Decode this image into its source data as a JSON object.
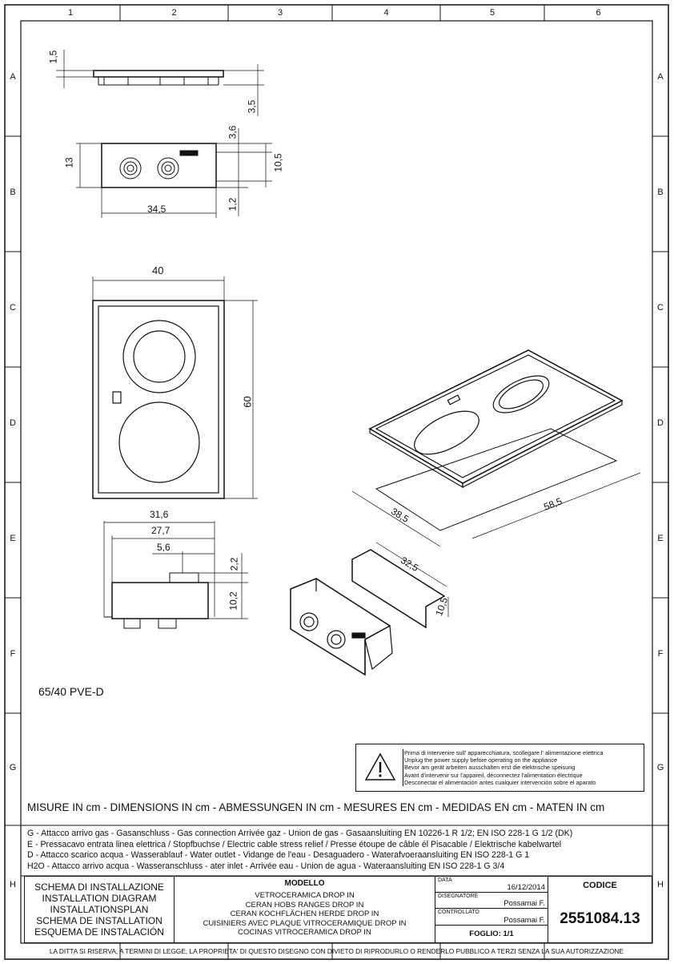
{
  "grid": {
    "columns": [
      "1",
      "2",
      "3",
      "4",
      "5",
      "6"
    ],
    "rows": [
      "A",
      "B",
      "C",
      "D",
      "E",
      "F",
      "G",
      "H"
    ]
  },
  "dimensions": {
    "d_1_5": "1,5",
    "d_3_5": "3,5",
    "d_3_6": "3,6",
    "d_13": "13",
    "d_10_5": "10,5",
    "d_1_2": "1,2",
    "d_34_5": "34,5",
    "d_40": "40",
    "d_60": "60",
    "d_31_6": "31,6",
    "d_27_7": "27,7",
    "d_5_6": "5,6",
    "d_2_2": "2,2",
    "d_10_2": "10,2",
    "d_38_5": "38,5",
    "d_58_5": "58,5",
    "d_32_5": "32,5",
    "d_10_5_iso": "10,5"
  },
  "model_code": "65/40 PVE-D",
  "warning": {
    "lines": [
      "Prima di intervenire sull' apparecchiatura, scollegare l' alimentazione elettrica",
      "Unplug the power supply before operating on the appliance",
      "Bevor am gerät arbeiten ausschalten erst die elektrische speisung",
      "Avant d'intervenir sur l'appareil, déconnectez l'alimentation électrique",
      "Desconectar el alimentación antes cualquier intervención sobre el aparato"
    ]
  },
  "measures_line": "MISURE IN cm - DIMENSIONS IN cm - ABMESSUNGEN IN cm - MESURES EN cm - MEDIDAS EN cm - MATEN IN cm",
  "notes": [
    "G - Attacco arrivo gas - Gasanschluss - Gas connection Arrivée gaz - Union de gas - Gasaansluiting EN 10226-1 R 1/2; EN ISO 228-1 G 1/2 (DK)",
    "E - Pressacavo entrata linea elettrica / Stopfbuchse / Electric cable stress relief / Presse étoupe de câble él Pisacable / Elektrische kabelwartel",
    "D - Attacco scarico acqua  - Wasserablauf - Water outlet - Vidange de l'eau - Desaguadero - Waterafvoeraansluiting  EN ISO 228-1 G 1",
    "H2O - Attacco arrivo acqua - Wasseranschluss - ater inlet - Arrivée eau - Union de agua - Wateraansluiting   EN ISO 228-1 G 3/4"
  ],
  "titleblock": {
    "schema_lines": [
      "SCHEMA DI INSTALLAZIONE",
      "INSTALLATION DIAGRAM",
      "INSTALLATIONSPLAN",
      "SCHEMA DE INSTALLATION",
      "ESQUEMA DE INSTALACIÓN"
    ],
    "modello_label": "MODELLO",
    "modello_lines": [
      "VETROCERAMICA DROP IN",
      "CERAN HOBS RANGES DROP IN",
      "CERAN KOCHFLÄCHEN HERDE DROP IN",
      "CUISINIERS AVEC PLAQUE VITROCERAMIQUE DROP IN",
      "COCINAS VITROCERAMICA DROP IN"
    ],
    "data_label": "DATA",
    "data_value": "16/12/2014",
    "disegnatore_label": "DISEGNATORE",
    "disegnatore_value": "Possamai F.",
    "controllato_label": "CONTROLLATO",
    "controllato_value": "Possamai F.",
    "foglio": "FOGLIO: 1/1",
    "codice_label": "CODICE",
    "codice_value": "2551084.13"
  },
  "footer": "LA DITTA SI RISERVA, A TERMINI DI LEGGE, LA PROPRIETA' DI QUESTO DISEGNO CON DIVIETO DI RIPRODURLO O RENDERLO PUBBLICO A TERZI SENZA LA SUA AUTORIZZAZIONE"
}
